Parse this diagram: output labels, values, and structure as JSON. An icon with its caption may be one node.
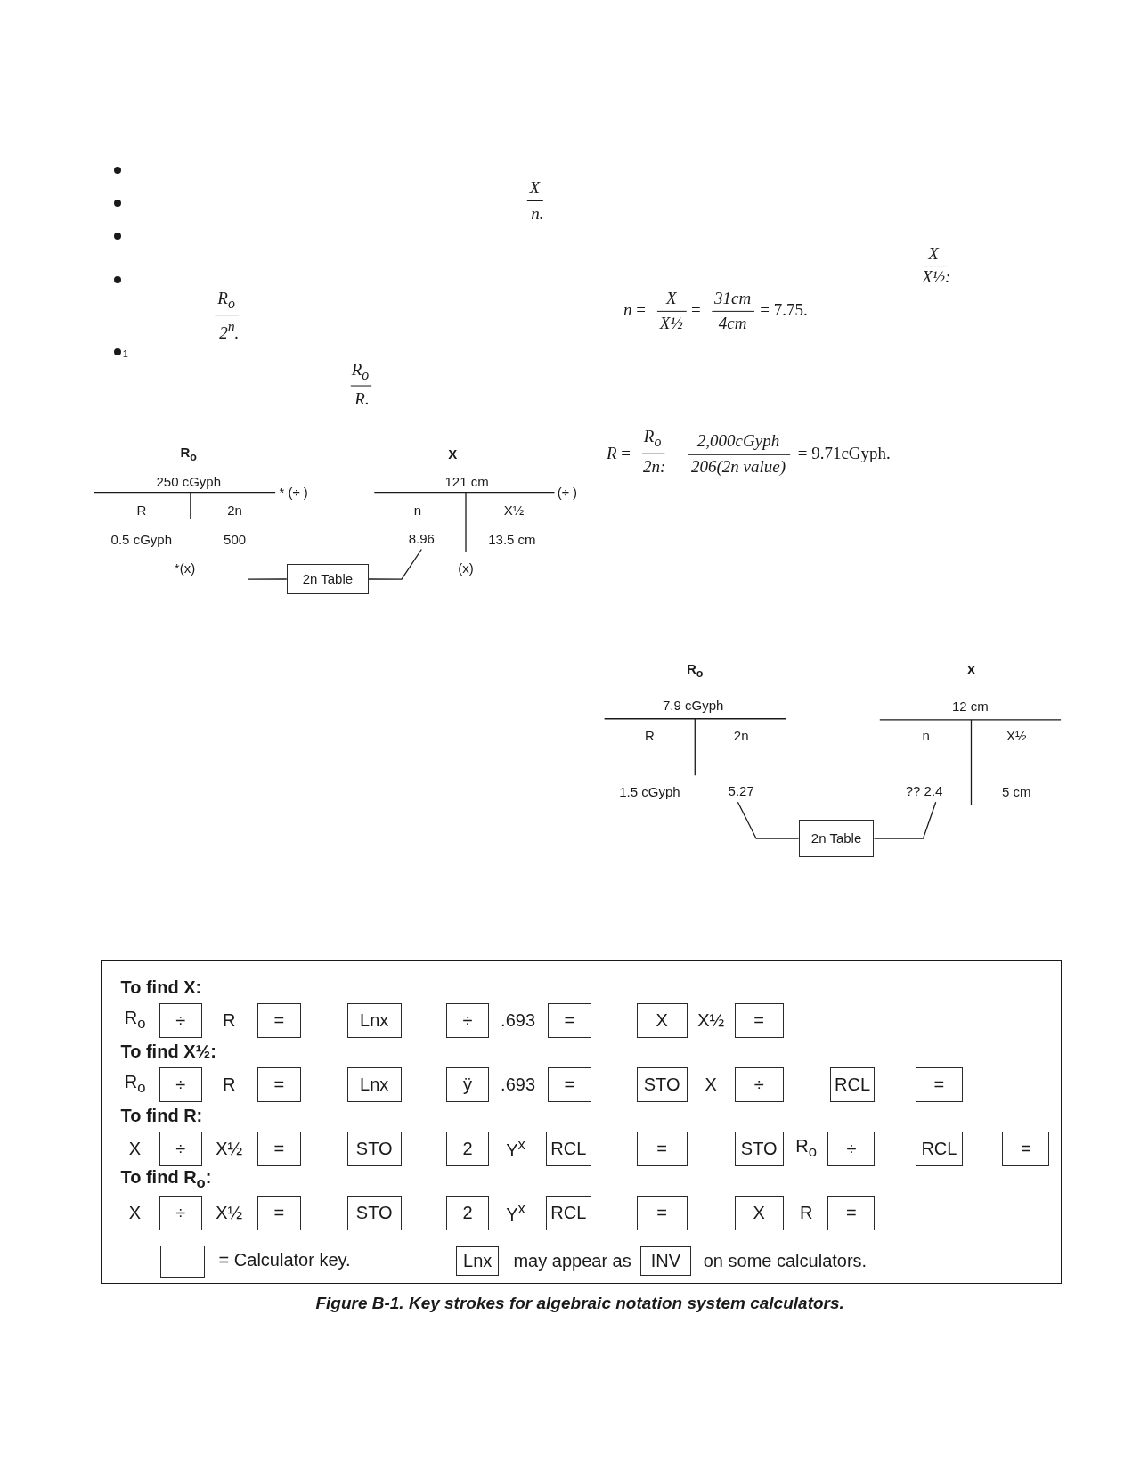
{
  "diagram": {
    "caption": "Figure B-1. Key strokes for algebraic notation system calculators.",
    "nodes": [
      {
        "text": [
          "8.96"
        ]
      },
      {
        "text": [
          "2n Table"
        ]
      },
      {
        "text": [
          "5.27"
        ]
      },
      {
        "text": [
          "?? 2.4"
        ]
      },
      {
        "text": [
          "2n Table"
        ]
      },
      {
        "text": [
          "To find X:",
          "R$_{o}$",
          "R",
          ".693",
          "X½",
          "To find X½:",
          "R$_{o}$",
          "R",
          ".693",
          "X",
          "To find R:",
          "X",
          "X½",
          "Y$^{x}$",
          "R$_{o}$",
          "To find R$_{o}$:",
          "X",
          "X½",
          "Y$^{x}$",
          "R",
          "may appear as",
          "on some calculators."
        ]
      },
      {
        "text": [
          "÷"
        ],
        "in": 5
      },
      {
        "text": [
          "="
        ],
        "in": 5
      },
      {
        "text": [
          "Lnx"
        ],
        "in": 5
      },
      {
        "text": [
          "÷"
        ],
        "in": 5
      },
      {
        "text": [
          "="
        ],
        "in": 5
      },
      {
        "text": [
          "X"
        ],
        "in": 5
      },
      {
        "text": [
          "="
        ],
        "in": 5
      },
      {
        "text": [
          "÷"
        ],
        "in": 5
      },
      {
        "text": [
          "="
        ],
        "in": 5
      },
      {
        "text": [
          "Lnx"
        ],
        "in": 5
      },
      {
        "text": [
          "ÿ"
        ],
        "in": 5
      },
      {
        "text": [
          "="
        ],
        "in": 5
      },
      {
        "text": [
          "STO"
        ],
        "in": 5
      },
      {
        "text": [
          "÷"
        ],
        "in": 5
      },
      {
        "text": [
          "RCL"
        ],
        "in": 5
      },
      {
        "text": [
          "="
        ],
        "in": 5
      },
      {
        "text": [
          "÷"
        ],
        "in": 5
      },
      {
        "text": [
          "="
        ],
        "in": 5
      },
      {
        "text": [
          "STO"
        ],
        "in": 5
      },
      {
        "text": [
          "2"
        ],
        "in": 5
      },
      {
        "text": [
          "RCL"
        ],
        "in": 5
      },
      {
        "text": [
          "="
        ],
        "in": 5
      },
      {
        "text": [
          "STO"
        ],
        "in": 5
      },
      {
        "text": [
          "÷"
        ],
        "in": 5
      },
      {
        "text": [
          "RCL"
        ],
        "in": 5
      },
      {
        "text": [
          "="
        ],
        "in": 5
      },
      {
        "text": [
          "÷"
        ],
        "in": 5
      },
      {
        "text": [
          "="
        ],
        "in": 5
      },
      {
        "text": [
          "STO"
        ],
        "in": 5
      },
      {
        "text": [
          "2"
        ],
        "in": 5
      },
      {
        "text": [
          "RCL"
        ],
        "in": 5
      },
      {
        "text": [
          "="
        ],
        "in": 5
      },
      {
        "text": [
          "X"
        ],
        "in": 5
      },
      {
        "text": [
          "="
        ],
        "in": 5
      },
      {
        "text": [
          "Lnx"
        ],
        "in": 5
      },
      {
        "text": [
          "INV"
        ],
        "in": 5
      }
    ],
    "edges": [
      {
        "from": null,
        "to": 1,
        "arrow": "none"
      },
      {
        "from": 1,
        "to": 0,
        "arrow": "none"
      },
      {
        "from": 2,
        "to": 4,
        "arrow": "none"
      },
      {
        "from": 4,
        "to": 3,
        "arrow": "none"
      }
    ],
    "labels": [
      "X",
      "n.",
      "X",
      "X½:",
      "R$_{o}$",
      "2$^{n}$.",
      "*n* =",
      "X",
      "X½",
      "=",
      "31cm",
      "4cm",
      "= 7.75.",
      "1",
      "R$_{o}$",
      "R.",
      "R$_{o}$",
      "X",
      "*R* =",
      "R$_{o}$",
      "2n:",
      "2,000cGyph",
      "206(2n value)",
      "= 9.71cGyph.",
      "250 cGyph",
      "121 cm",
      "* (÷ )",
      "(÷ )",
      "R",
      "2n",
      "n",
      "X½",
      "0.5 cGyph",
      "500",
      "13.5 cm",
      "*(x)",
      "(x)",
      "R$_{o}$",
      "X",
      "7.9 cGyph",
      "12 cm",
      "R",
      "2n",
      "n",
      "X½",
      "1.5 cGyph",
      "5 cm"
    ],
    "legend": [
      {
        "text": "= Calculator key."
      }
    ]
  }
}
